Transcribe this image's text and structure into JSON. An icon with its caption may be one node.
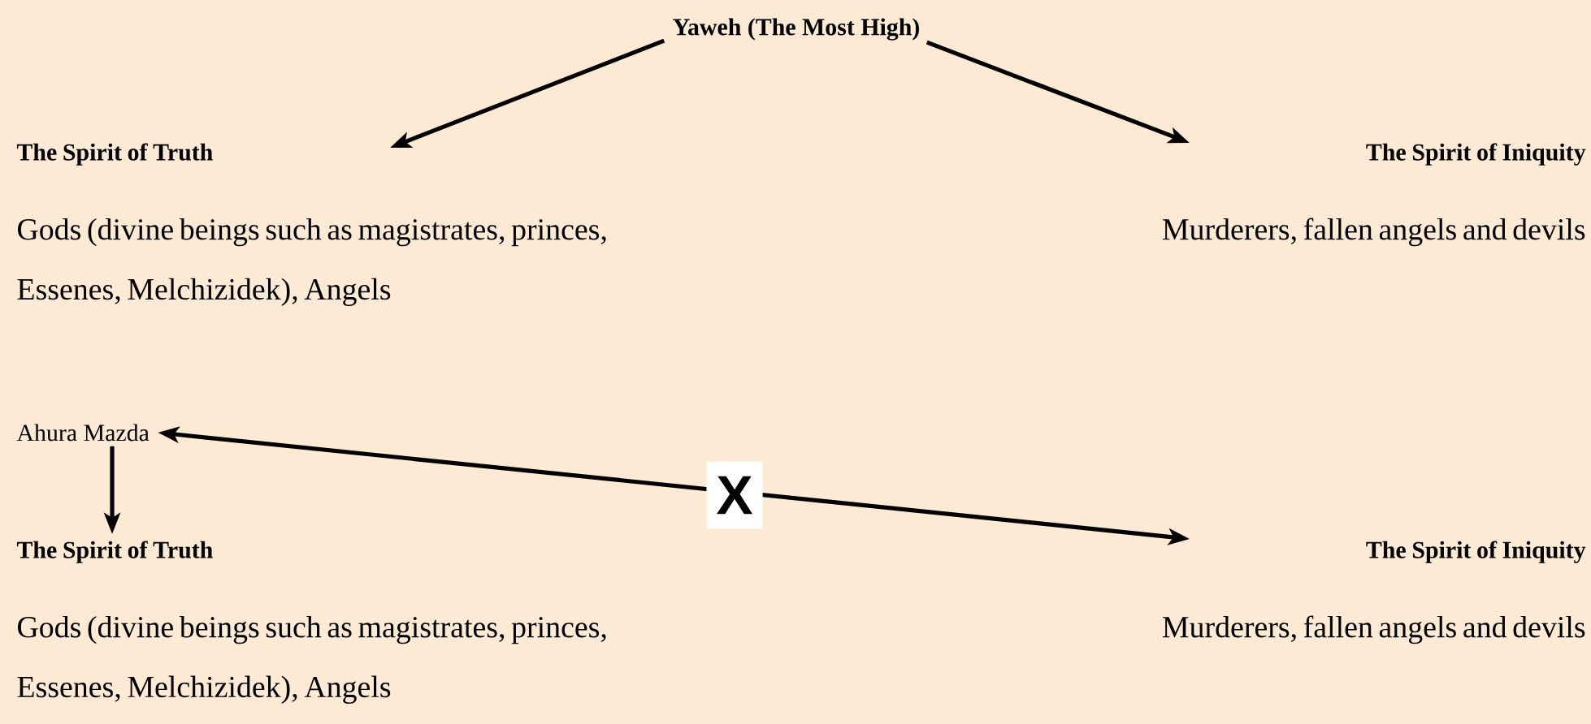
{
  "diagram": {
    "nodes": [
      {
        "text": [
          "Yaweh (The Most High)"
        ]
      },
      {
        "text": [
          "The Spirit of Truth",
          "Gods (divine beings such as magistrates, princes, Essenes, Melchizidek), Angels"
        ]
      },
      {
        "text": [
          "The Spirit of Iniquity",
          "Murderers, fallen angels and devils"
        ]
      },
      {
        "text": [
          "Ahura Mazda"
        ]
      },
      {
        "text": [
          "The Spirit of Truth",
          "Gods (divine beings such as magistrates, princes, Essenes, Melchizidek), Angels"
        ]
      },
      {
        "text": [
          "The Spirit of Iniquity",
          "Murderers, fallen angels and devils"
        ]
      }
    ],
    "edges": [
      {
        "from": 0,
        "to": 1,
        "arrow": "to"
      },
      {
        "from": 0,
        "to": 2,
        "arrow": "to"
      },
      {
        "from": 3,
        "to": 4,
        "arrow": "to"
      },
      {
        "from": 3,
        "to": 5,
        "arrow": "both",
        "label": "X"
      }
    ]
  }
}
